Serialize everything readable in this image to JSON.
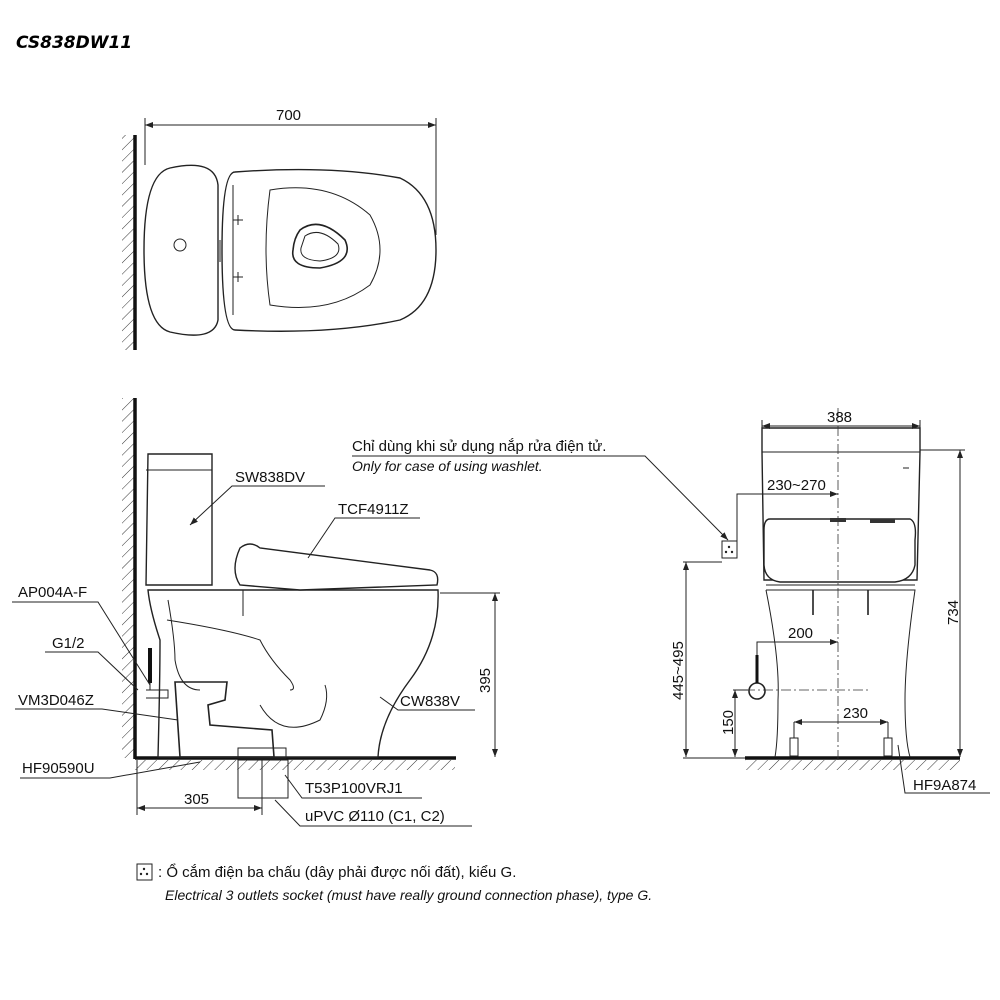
{
  "title": "CS838DW11",
  "top_view": {
    "dim_width": "700"
  },
  "side_view": {
    "labels": {
      "tank": "SW838DV",
      "seat": "TCF4911Z",
      "fill_valve": "AP004A-F",
      "inlet": "G1/2",
      "stop_valve": "VM3D046Z",
      "gasket": "HF90590U",
      "bowl": "CW838V",
      "flange": "T53P100VRJ1",
      "pipe": "uPVC Ø110 (C1, C2)"
    },
    "dim_height": "395",
    "dim_rough_in": "305",
    "washlet_note_vi": "Chỉ dùng khi sử dụng nắp rửa điện tử.",
    "washlet_note_en": "Only for case of using washlet."
  },
  "front_view": {
    "dim_width": "388",
    "dim_socket_offset": "230~270",
    "dim_total_height": "734",
    "dim_socket_height": "445~495",
    "dim_inlet_offset": "200",
    "dim_inlet_height": "150",
    "dim_bolt_spacing": "230",
    "bolt_label": "HF9A874"
  },
  "footnote": {
    "vi": ": Ổ cắm điện ba chấu (dây phải được nối đất), kiểu G.",
    "en": "Electrical 3 outlets socket (must have really ground connection phase), type G."
  }
}
